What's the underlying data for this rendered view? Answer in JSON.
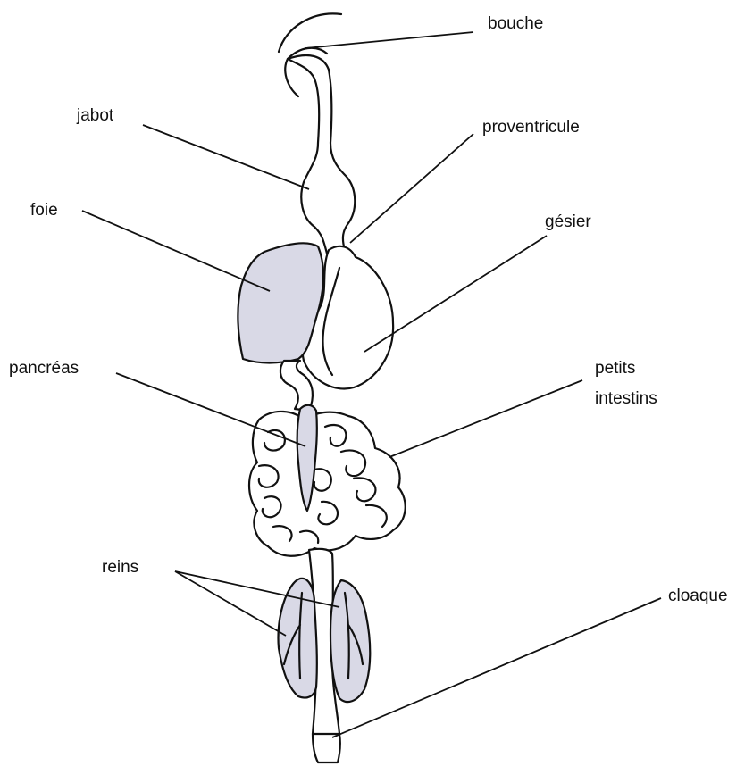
{
  "labels": {
    "bouche": "bouche",
    "jabot": "jabot",
    "proventricule": "proventricule",
    "foie": "foie",
    "gesier": "gésier",
    "pancreas": "pancréas",
    "petits_line1": "petits",
    "petits_line2": "intestins",
    "reins": "reins",
    "cloaque": "cloaque"
  },
  "colors": {
    "shaded_organ": "#d9d9e6",
    "outline": "#111111",
    "background": "#ffffff"
  }
}
